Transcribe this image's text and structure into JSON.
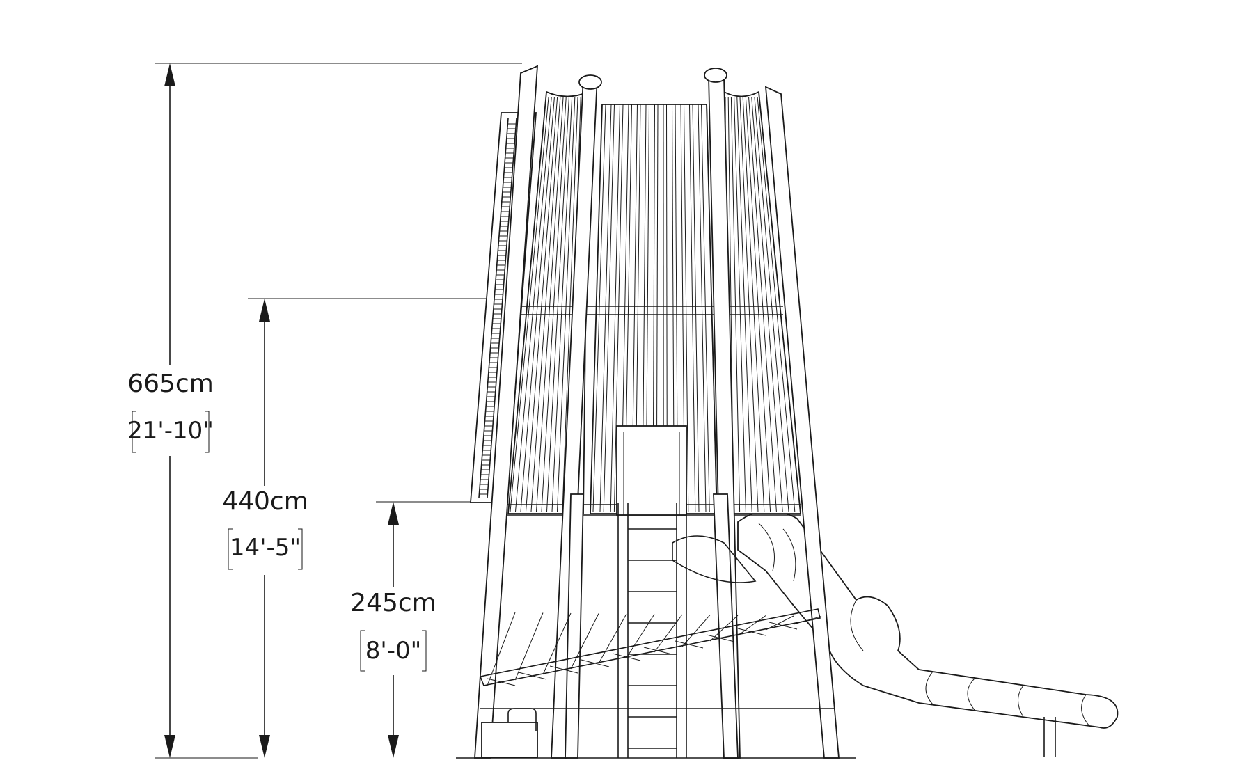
{
  "dimensions": {
    "total": {
      "metric": "665cm",
      "imperial": "21'-10\""
    },
    "middle": {
      "metric": "440cm",
      "imperial": "14'-5\""
    },
    "low": {
      "metric": "245cm",
      "imperial": "8'-0\""
    }
  }
}
